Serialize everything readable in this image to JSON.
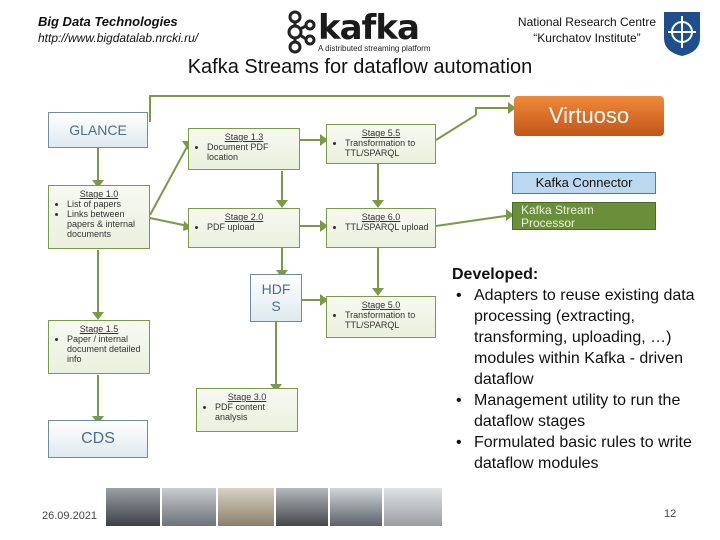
{
  "header": {
    "left_title": "Big Data Technologies",
    "left_url": "http://www.bigdatalab.nrcki.ru/",
    "right_line1": "National Research Centre",
    "right_line2": "“Kurchatov Institute”",
    "logo_name": "kafka",
    "logo_tagline": "A distributed streaming platform"
  },
  "title": "Kafka Streams for dataflow automation",
  "nodes": {
    "glance": "GLANCE",
    "cds": "CDS",
    "hdfs_line1": "HDF",
    "hdfs_line2": "S",
    "virtuoso": "Virtuoso",
    "kafka_connector": "Kafka Connector",
    "kafka_stream_line1": "Kafka Stream",
    "kafka_stream_line2": "Processor",
    "stage10": {
      "title": "Stage 1.0",
      "items": [
        "List of papers",
        "Links between papers & internal documents"
      ]
    },
    "stage13": {
      "title": "Stage 1.3",
      "items": [
        "Document PDF location"
      ]
    },
    "stage15": {
      "title": "Stage 1.5",
      "items": [
        "Paper / internal document detailed info"
      ]
    },
    "stage20": {
      "title": "Stage 2.0",
      "items": [
        "PDF upload"
      ]
    },
    "stage30": {
      "title": "Stage 3.0",
      "items": [
        "PDF content analysis"
      ]
    },
    "stage50": {
      "title": "Stage 5.0",
      "items": [
        "Transformation to TTL/SPARQL"
      ]
    },
    "stage55": {
      "title": "Stage 5.5",
      "items": [
        "Transformation to TTL/SPARQL"
      ]
    },
    "stage60": {
      "title": "Stage 6.0",
      "items": [
        "TTL/SPARQL upload"
      ]
    }
  },
  "developed": {
    "heading": "Developed:",
    "items": [
      "Adapters to reuse existing data processing (extracting, transforming, uploading, …) modules within Kafka - driven dataflow",
      "Management utility to run the dataflow stages",
      "Formulated basic rules to write dataflow modules"
    ]
  },
  "footer": {
    "date": "26.09.2021",
    "page": "12"
  },
  "colors": {
    "arrow": "#7a9a4a",
    "virtuoso": "#e07028",
    "connector": "#bcd8ee",
    "stream": "#6a8e3a"
  }
}
